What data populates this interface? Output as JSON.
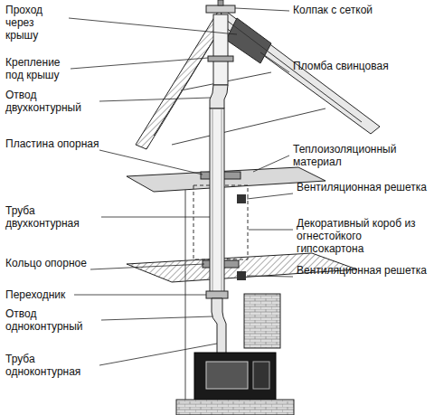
{
  "diagram": {
    "labels": [
      "Проход через крышу",
      "Крепление под крышу",
      "Отвод двухконтурный",
      "Пластина опорная",
      "Труба двухконтурная",
      "Кольцо опорное",
      "Переходник",
      "Отвод одноконтурный",
      "Труба одноконтурная",
      "Колпак с сеткой",
      "Пломба свинцовая",
      "Теплоизоляционный материал",
      "Вентиляционная решетка",
      "Декоративный короб из огнестойкого гипсокартона",
      "Вентиляционная решетка"
    ]
  }
}
